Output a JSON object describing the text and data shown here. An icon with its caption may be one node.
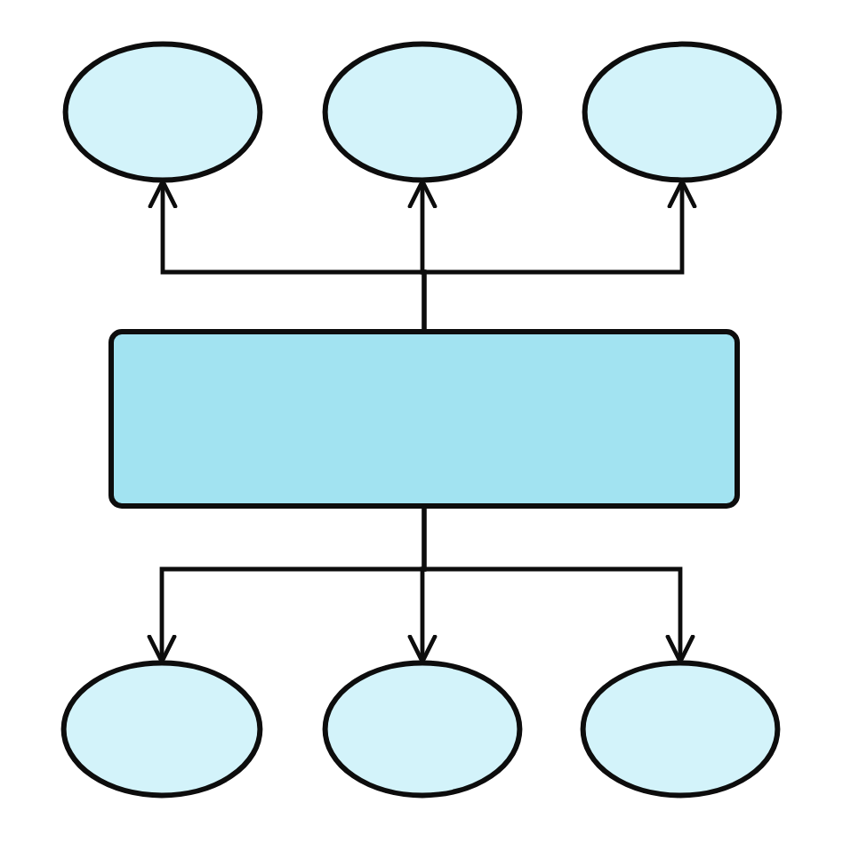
{
  "diagram": {
    "nodes": [
      {
        "text": [],
        "shape": "ellipse"
      },
      {
        "text": [],
        "shape": "ellipse"
      },
      {
        "text": [],
        "shape": "ellipse"
      },
      {
        "text": [],
        "shape": "box"
      },
      {
        "text": [],
        "shape": "ellipse"
      },
      {
        "text": [],
        "shape": "ellipse"
      },
      {
        "text": [],
        "shape": "ellipse"
      }
    ],
    "edges": [
      {
        "from": 3,
        "to": 0,
        "arrow": "to"
      },
      {
        "from": 3,
        "to": 1,
        "arrow": "to"
      },
      {
        "from": 3,
        "to": 2,
        "arrow": "to"
      },
      {
        "from": 3,
        "to": 4,
        "arrow": "to"
      },
      {
        "from": 3,
        "to": 5,
        "arrow": "to"
      },
      {
        "from": 3,
        "to": 6,
        "arrow": "to"
      }
    ]
  }
}
